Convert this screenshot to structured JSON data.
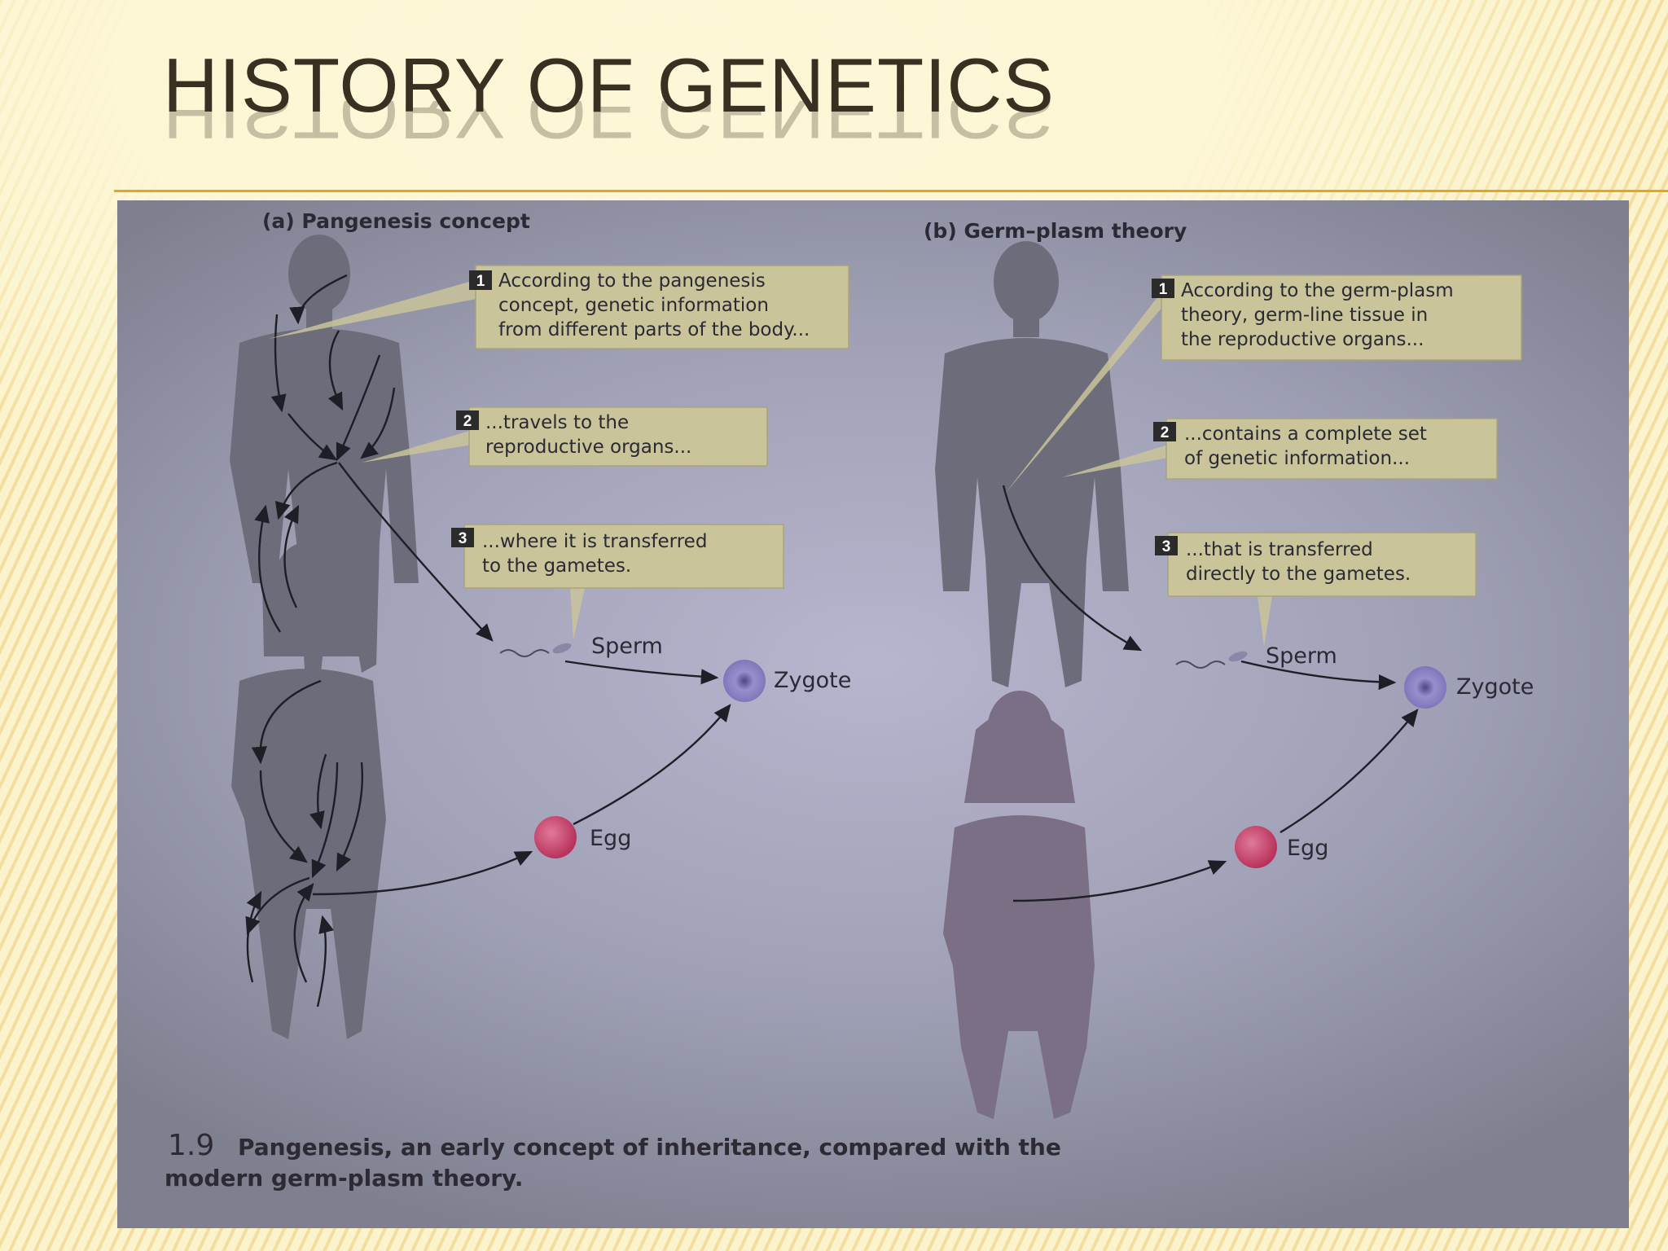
{
  "slide": {
    "title": "HISTORY OF GENETICS"
  },
  "figure": {
    "panel_a": {
      "heading": "(a)  Pangenesis concept",
      "step1": {
        "num": "1",
        "lines": [
          "According to the pangenesis",
          "concept, genetic information",
          "from different parts of the body..."
        ]
      },
      "step2": {
        "num": "2",
        "lines": [
          "...travels to the",
          "reproductive organs..."
        ]
      },
      "step3": {
        "num": "3",
        "lines": [
          "...where it is transferred",
          "to the gametes."
        ]
      },
      "sperm": "Sperm",
      "zygote": "Zygote",
      "egg": "Egg"
    },
    "panel_b": {
      "heading": "(b)  Germ–plasm theory",
      "step1": {
        "num": "1",
        "lines": [
          "According to the germ-plasm",
          "theory, germ-line tissue in",
          "the reproductive organs..."
        ]
      },
      "step2": {
        "num": "2",
        "lines": [
          "...contains a complete set",
          "of genetic information..."
        ]
      },
      "step3": {
        "num": "3",
        "lines": [
          "...that is transferred",
          "directly to the gametes."
        ]
      },
      "sperm": "Sperm",
      "zygote": "Zygote",
      "egg": "Egg"
    },
    "caption": {
      "number": "1.9",
      "line1": "Pangenesis, an early concept of inheritance, compared with the",
      "line2": "modern germ-plasm theory."
    },
    "colors": {
      "callout_fill": "#c9c49a",
      "badge": "#2b2b2b",
      "egg": "#c8446e",
      "zygote": "#7d74b8",
      "body": "#6f6e7c",
      "caption_number": "#c0392b"
    }
  }
}
